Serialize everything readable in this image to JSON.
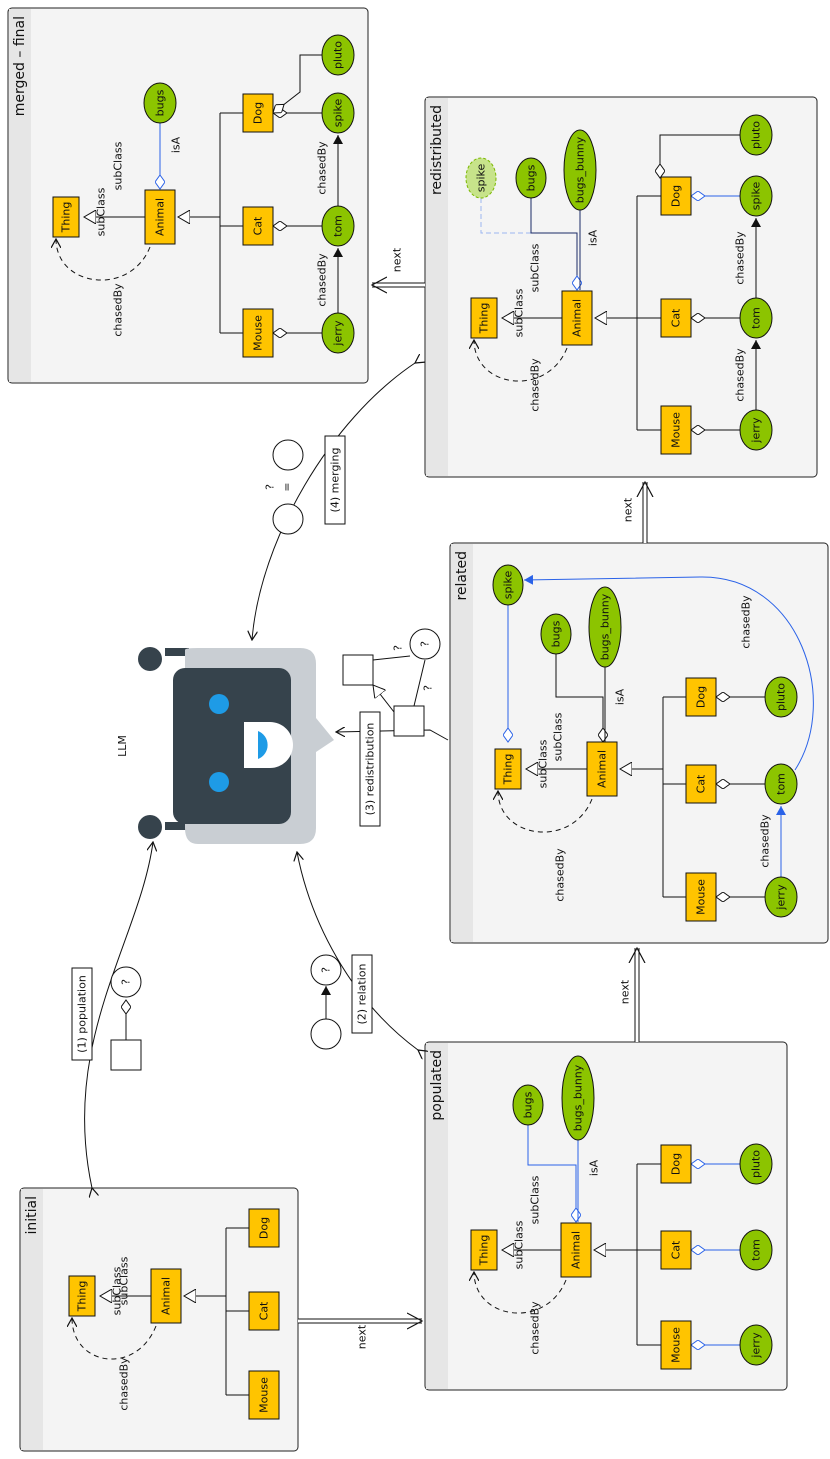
{
  "panels": {
    "initial": "initial",
    "populated": "populated",
    "related": "related",
    "redistributed": "redistributed",
    "merged": "merged – final"
  },
  "classes": {
    "thing": "Thing",
    "animal": "Animal",
    "mouse": "Mouse",
    "cat": "Cat",
    "dog": "Dog"
  },
  "instances": {
    "jerry": "jerry",
    "tom": "tom",
    "pluto": "pluto",
    "spike": "spike",
    "bugs": "bugs",
    "bugs_bunny": "bugs_bunny"
  },
  "relations": {
    "subclass": "subClass",
    "chased_by": "chasedBy",
    "is_a": "isA",
    "next": "next"
  },
  "steps": {
    "population": "(1) population",
    "relation": "(2) relation",
    "redistribution": "(3) redistribution",
    "merging": "(4) merging"
  },
  "glyphs": {
    "question": "?",
    "equals": "="
  },
  "llm": "LLM",
  "colors": {
    "class_fill": "#ffc400",
    "instance_fill": "#8cc400",
    "accent_blue": "#2a62e8",
    "panel_bg": "#f4f4f4",
    "robot_body": "#c9ced3",
    "robot_face": "#36434c",
    "robot_eye": "#1e9be6"
  }
}
